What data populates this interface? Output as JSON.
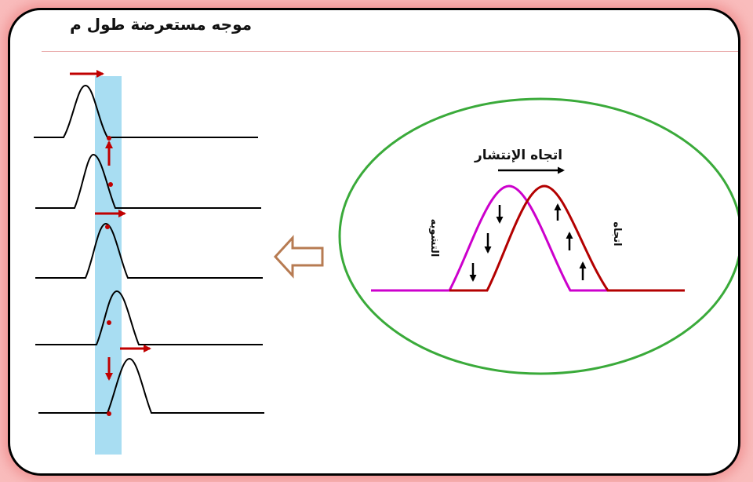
{
  "header": {
    "title": "موجه مستعرضة طول م"
  },
  "ellipse_panel": {
    "propagation_label": "اتجاه الإنتشار",
    "left_label": "التشويه",
    "right_label": "اتجاه",
    "colors": {
      "ellipse": "#3aaa3a",
      "pulse_a": "#cc00cc",
      "pulse_b": "#b30000",
      "arrows": "#000000"
    }
  },
  "left_panel": {
    "highlight_color": "#a8ddf2",
    "pulse_arrow_color": "#c00000",
    "snapshot_count": 5
  },
  "pointer_arrow": {
    "color": "#b77b52",
    "direction": "left"
  },
  "footer": {
    "text": ""
  }
}
